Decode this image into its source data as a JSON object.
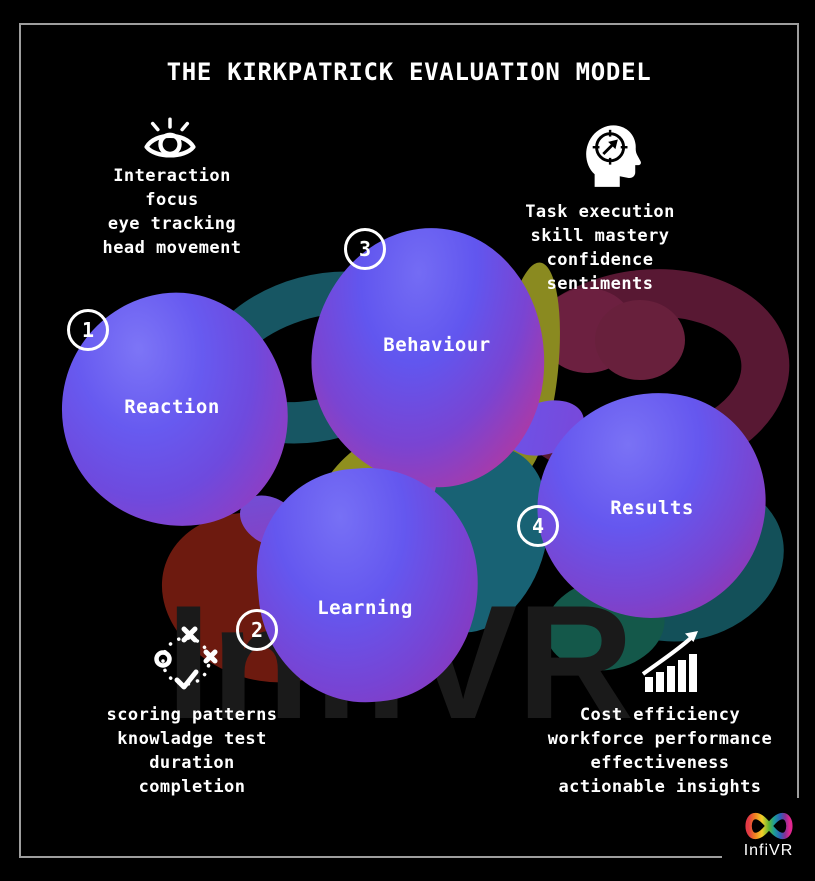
{
  "title": "THE KIRKPATRICK EVALUATION MODEL",
  "stages": [
    {
      "number": "1",
      "label": "Reaction"
    },
    {
      "number": "2",
      "label": "Learning"
    },
    {
      "number": "3",
      "label": "Behaviour"
    },
    {
      "number": "4",
      "label": "Results"
    }
  ],
  "annotations": {
    "top_left": {
      "icon": "eye-icon",
      "lines": [
        "Interaction",
        "focus",
        "eye tracking",
        "head movement"
      ]
    },
    "top_right": {
      "icon": "head-gauge-icon",
      "lines": [
        "Task execution",
        "skill mastery",
        "confidence",
        "sentiments"
      ]
    },
    "bottom_left": {
      "icon": "strategy-icon",
      "lines": [
        "scoring patterns",
        "knowladge test",
        "duration",
        "completion"
      ]
    },
    "bottom_right": {
      "icon": "growth-chart-icon",
      "lines": [
        "Cost efficiency",
        "workforce performance",
        "effectiveness",
        "actionable insights"
      ]
    }
  },
  "watermark": "InfiVR",
  "brand": {
    "logo_text": "InfiVR"
  },
  "colors": {
    "background": "#000000",
    "frame": "#9e9e9e",
    "text": "#ffffff",
    "blob_top": "#6a5cf0",
    "blob_bottom": "#b23a9e",
    "ribbon_teal": "#175663",
    "ribbon_maroon": "#581833",
    "ribbon_red": "#6d1a0f",
    "ribbon_olive": "#8f8f1e",
    "watermark": "#1a1a1a",
    "logo_rainbow": [
      "#e23a45",
      "#f07d22",
      "#f2d028",
      "#5fb531",
      "#1b9d9a",
      "#2c5fb8",
      "#8a2e93",
      "#e0268f"
    ]
  }
}
